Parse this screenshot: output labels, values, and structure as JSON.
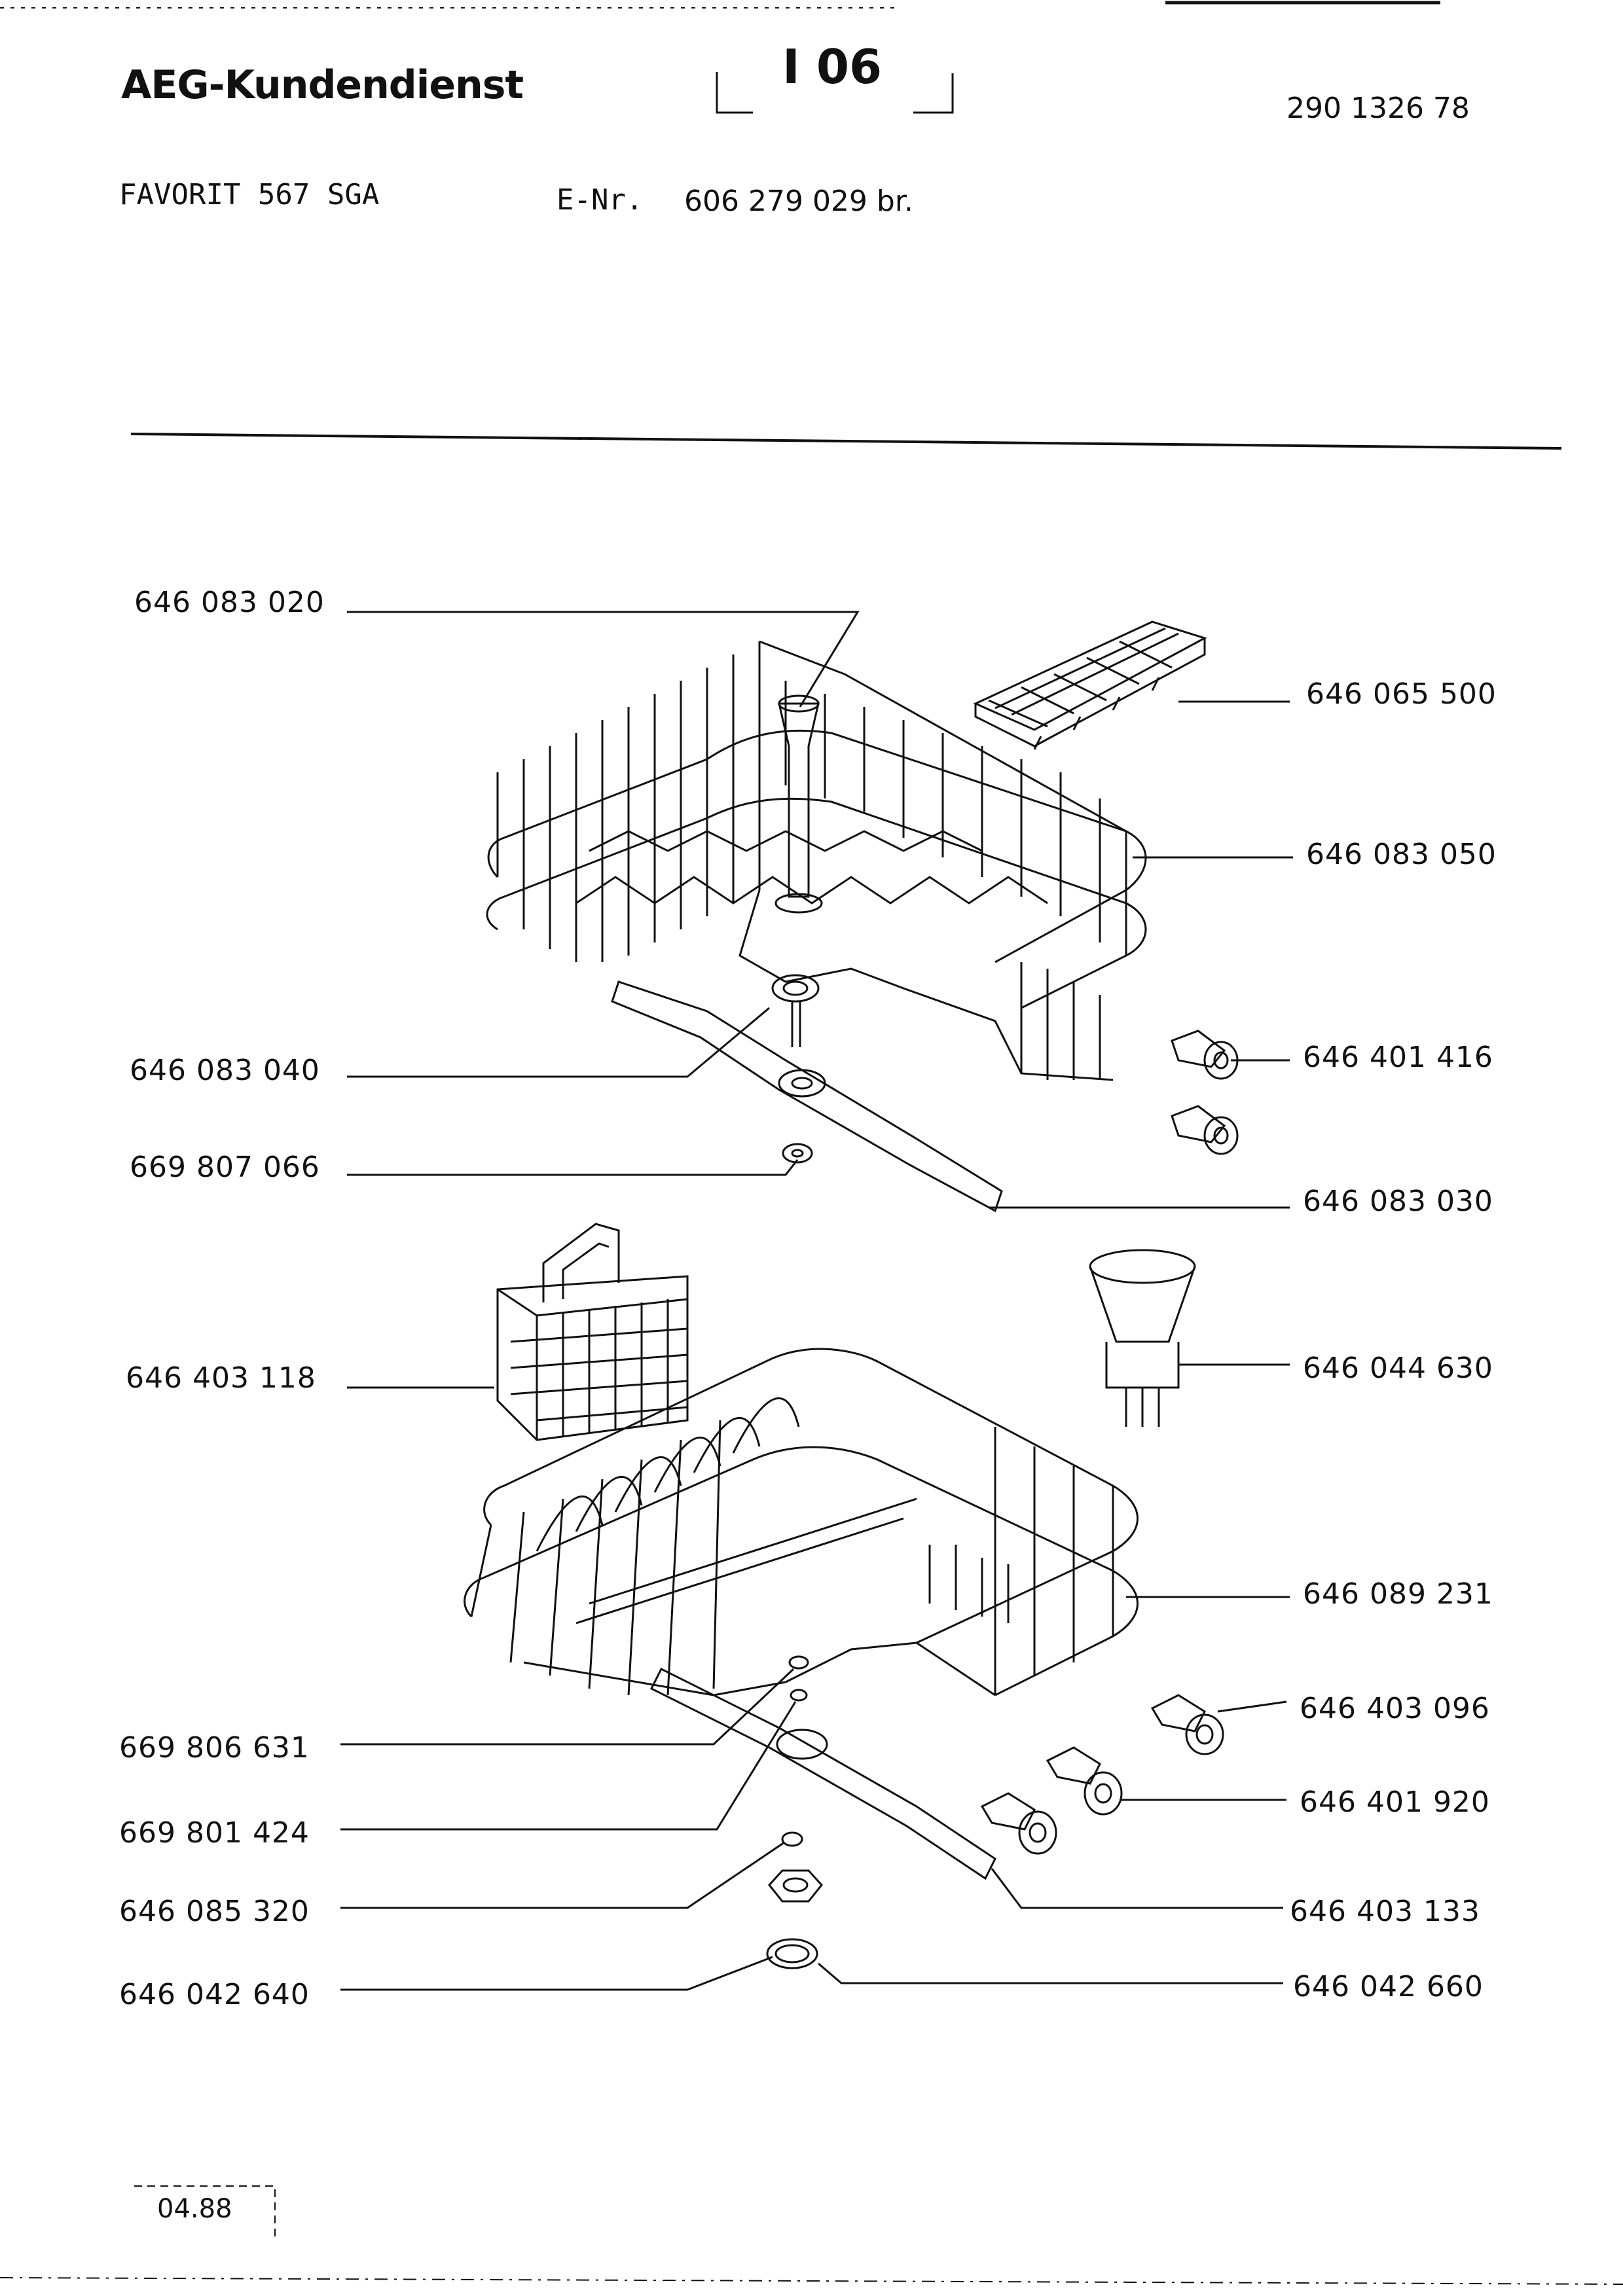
{
  "header": {
    "brand": "AEG-Kundendienst",
    "sheet_number": "I 06",
    "document_number": "290 1326 78",
    "model": "FAVORIT 567 SGA",
    "enr_label": "E-Nr.",
    "enr_value": "606 279 029 br."
  },
  "footer": {
    "date": "04.88"
  },
  "parts": [
    {
      "id": "p1",
      "number": "646 083 020"
    },
    {
      "id": "p2",
      "number": "646 065 500"
    },
    {
      "id": "p3",
      "number": "646 083 050"
    },
    {
      "id": "p4",
      "number": "646 083 040"
    },
    {
      "id": "p5",
      "number": "646 401 416"
    },
    {
      "id": "p6",
      "number": "669 807 066"
    },
    {
      "id": "p7",
      "number": "646 083 030"
    },
    {
      "id": "p8",
      "number": "646 403 118"
    },
    {
      "id": "p9",
      "number": "646 044 630"
    },
    {
      "id": "p10",
      "number": "646 089 231"
    },
    {
      "id": "p11",
      "number": "646 403 096"
    },
    {
      "id": "p12",
      "number": "669 806 631"
    },
    {
      "id": "p13",
      "number": "646 401 920"
    },
    {
      "id": "p14",
      "number": "669 801 424"
    },
    {
      "id": "p15",
      "number": "646 403 133"
    },
    {
      "id": "p16",
      "number": "646 085 320"
    },
    {
      "id": "p17",
      "number": "646 042 660"
    },
    {
      "id": "p18",
      "number": "646 042 640"
    }
  ]
}
